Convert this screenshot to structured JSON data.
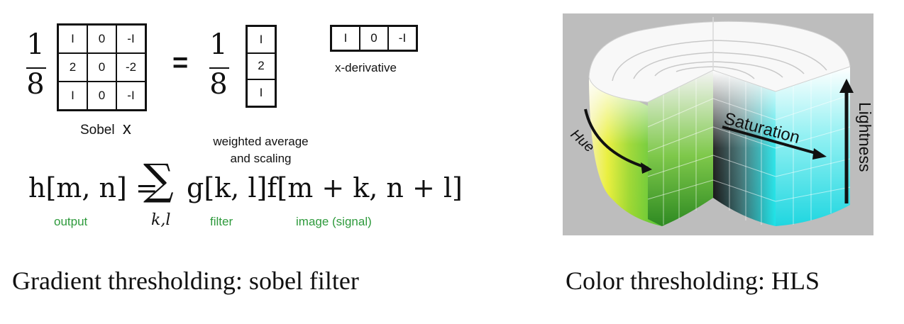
{
  "left": {
    "frac1": {
      "num": "1",
      "den": "8"
    },
    "sobel_matrix": [
      [
        "I",
        "0",
        "-I"
      ],
      [
        "2",
        "0",
        "-2"
      ],
      [
        "I",
        "0",
        "-I"
      ]
    ],
    "sobel_label": "Sobel",
    "sobel_label_x": "x",
    "equals": "=",
    "frac2": {
      "num": "1",
      "den": "8"
    },
    "column_vector": [
      "I",
      "2",
      "I"
    ],
    "row_vector": [
      "I",
      "0",
      "-I"
    ],
    "row_label": "x-derivative",
    "weighted_label_1": "weighted average",
    "weighted_label_2": "and scaling",
    "formula": {
      "lhs": "h[m, n] =",
      "sum": "∑",
      "sum_index": "k,l",
      "rhs": "g[k, l]f[m + k, n + l]"
    },
    "labels": {
      "output": "output",
      "filter": "filter",
      "image": "image (signal)"
    },
    "caption": "Gradient thresholding: sobel filter"
  },
  "right": {
    "hls_labels": {
      "hue": "Hue",
      "saturation": "Saturation",
      "lightness": "Lightness"
    },
    "caption": "Color thresholding: HLS"
  },
  "colors": {
    "green": "#2e9a3c",
    "panel_bg": "#bdbdbd"
  }
}
